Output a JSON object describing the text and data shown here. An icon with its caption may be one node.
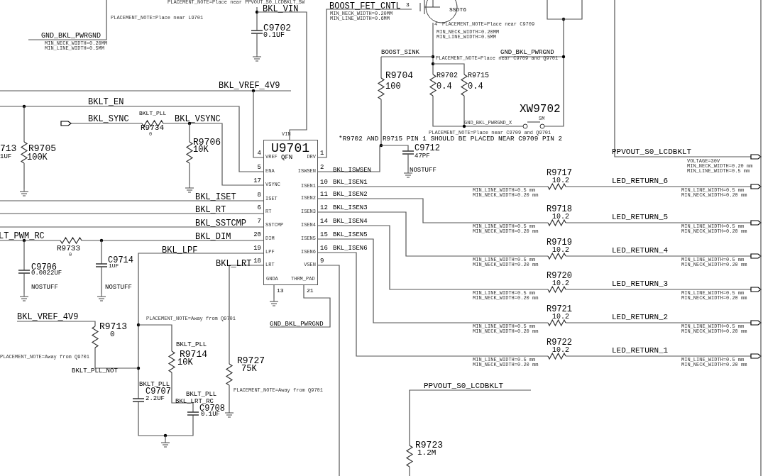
{
  "diagram": {
    "nodes": [
      {
        "text": [
          "U9701",
          "QFN"
        ]
      }
    ],
    "labels": [
      "PLACEMENT_NOTE=Place near PPVOUT_S0_LCDBKLT_SW",
      "BKL_VIN",
      "BOOST_FET_CNTL",
      "3",
      "SSOT6",
      "PLACEMENT_NOTE=Place near L9701",
      "MIN_NECK_WIDTH=0.20MM",
      "MIN_LINE_WIDTH=0.6MM",
      "C9702",
      "0.1UF",
      "4",
      "PLACEMENT_NOTE=Place near C9709",
      "MIN_NECK_WIDTH=0.20MM",
      "MIN_LINE_WIDTH=0.5MM",
      "GND_BKL_PWRGND",
      "MIN_NECK_WIDTH=0.20MM",
      "MIN_LINE_WIDTH=0.5MM",
      "BOOST_SINK",
      "GND_BKL_PWRGND",
      "PLACEMENT_NOTE=Place near C9709 and Q9701",
      "R9704",
      "R9702",
      "R9715",
      "BKL_VREF_4V9",
      "100",
      "0.4",
      "0.4",
      "BKLT_EN",
      "XW9702",
      "BKLT_PLL",
      "BKL_SYNC",
      "BKL_VSYNC",
      "SM",
      "GND_BKL_PWRGND_X",
      "R9734",
      "0",
      "PLACEMENT_NOTE=Place near C9709 and Q9701",
      "R9706",
      "*R9702 AND R9715 PIN 1 SHOULD BE PLACED NEAR C9709 PIN 2",
      "713",
      "R9705",
      "10K",
      "C9712",
      "1UF",
      "100K",
      "47PF",
      "PPVOUT_S0_LCDBKLT",
      "NOSTUFF",
      "VOLTAGE=30V",
      "MIN_NECK_WIDTH=0.20 mm",
      "MIN_LINE_WIDTH=0.5 mm",
      "VIN",
      "4",
      "VREF",
      "5",
      "ENA",
      "17",
      "VSYNC",
      "8",
      "ISET",
      "6",
      "RT",
      "7",
      "SSTCMP",
      "20",
      "DIM",
      "19",
      "LPF",
      "18",
      "LRT",
      "DRV",
      "1",
      "ISWSEN",
      "2",
      "ISEN1",
      "10",
      "ISEN2",
      "11",
      "ISEN3",
      "12",
      "ISEN4",
      "14",
      "ISEN5",
      "15",
      "ISEN6",
      "16",
      "VSEN",
      "9",
      "GNDA",
      "THRM_PAD",
      "13",
      "21",
      "BKL_ISWSEN",
      "BKL_ISEN1",
      "BKL_ISEN2",
      "BKL_ISEN3",
      "BKL_ISEN4",
      "BKL_ISEN5",
      "BKL_ISEN6",
      "R9717",
      "10.2",
      "LED_RETURN_6",
      "MIN_LINE_WIDTH=0.5 mm",
      "MIN_NECK_WIDTH=0.20 mm",
      "MIN_LINE_WIDTH=0.5 mm",
      "MIN_NECK_WIDTH=0.20 mm",
      "R9718",
      "10.2",
      "LED_RETURN_5",
      "MIN_LINE_WIDTH=0.5 mm",
      "MIN_NECK_WIDTH=0.20 mm",
      "MIN_LINE_WIDTH=0.5 mm",
      "MIN_NECK_WIDTH=0.20 mm",
      "R9719",
      "10.2",
      "LED_RETURN_4",
      "MIN_LINE_WIDTH=0.5 mm",
      "MIN_NECK_WIDTH=0.20 mm",
      "MIN_LINE_WIDTH=0.5 mm",
      "MIN_NECK_WIDTH=0.20 mm",
      "R9720",
      "10.2",
      "LED_RETURN_3",
      "MIN_LINE_WIDTH=0.5 mm",
      "MIN_NECK_WIDTH=0.20 mm",
      "MIN_LINE_WIDTH=0.5 mm",
      "MIN_NECK_WIDTH=0.20 mm",
      "R9721",
      "10.2",
      "LED_RETURN_2",
      "MIN_LINE_WIDTH=0.5 mm",
      "MIN_NECK_WIDTH=0.20 mm",
      "MIN_LINE_WIDTH=0.5 mm",
      "MIN_NECK_WIDTH=0.20 mm",
      "R9722",
      "10.2",
      "LED_RETURN_1",
      "MIN_LINE_WIDTH=0.5 mm",
      "MIN_NECK_WIDTH=0.20 mm",
      "MIN_LINE_WIDTH=0.5 mm",
      "MIN_NECK_WIDTH=0.20 mm",
      "BKL_ISET",
      "BKL_RT",
      "BKL_SSTCMP",
      "LT_PWM_RC",
      "BKL_DIM",
      "R9733",
      "0",
      "BKL_LPF",
      "C9714",
      "1UF",
      "BKL_LRT",
      "C9706",
      "0.0022UF",
      "NOSTUFF",
      "NOSTUFF",
      "BKL_VREF_4V9",
      "PLACEMENT_NOTE=Away from Q9701",
      "R9713",
      "GND_BKL_PWRGND",
      "0",
      "BKLT_PLL",
      "R9714",
      "PLACEMENT_NOTE=Away from Q9701",
      "10K",
      "R9727",
      "75K",
      "BKLT_PLL_NOT",
      "BKLT_PLL",
      "C9707",
      "BKLT_PLL",
      "PLACEMENT_NOTE=Away from Q9701",
      "PPVOUT_S0_LCDBKLT",
      "2.2UF",
      "BKL_LRT_RC",
      "C9708",
      "0.1UF",
      "R9723",
      "1.2M"
    ]
  }
}
